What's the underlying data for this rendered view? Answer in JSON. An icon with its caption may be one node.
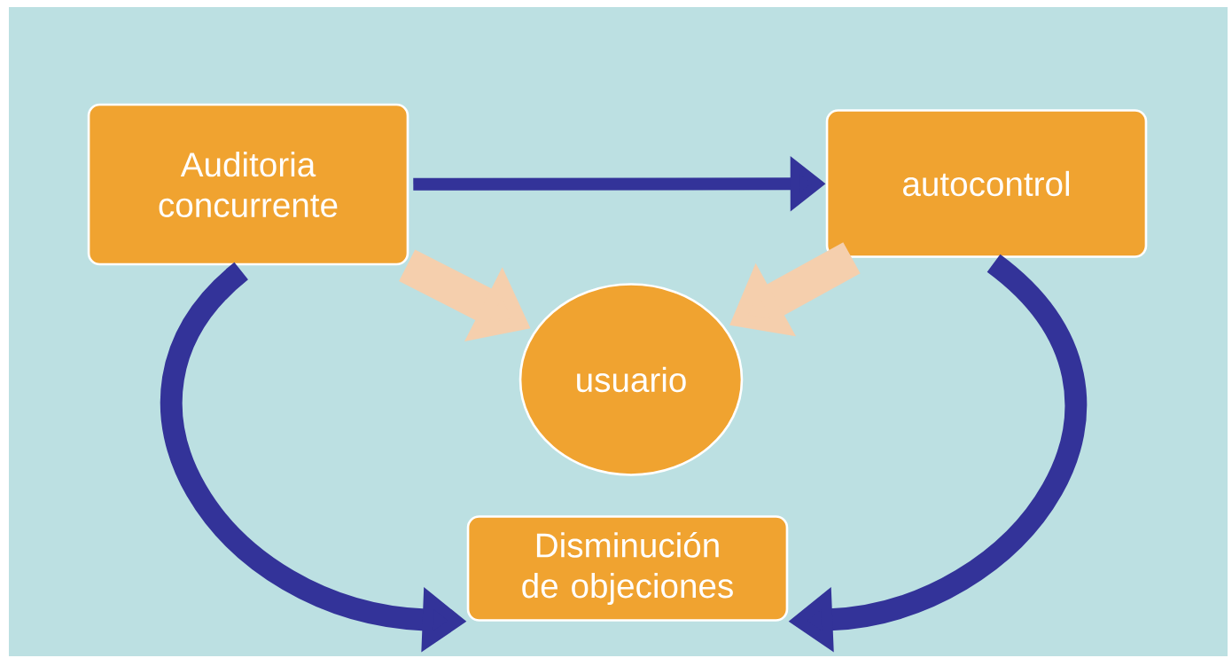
{
  "diagram": {
    "nodes": [
      {
        "text": [
          "Auditoria concurrente"
        ]
      },
      {
        "text": [
          "autocontrol"
        ]
      },
      {
        "text": [
          "usuario"
        ]
      },
      {
        "text": [
          "Disminución de objeciones"
        ]
      }
    ],
    "edges": [
      {
        "from": 0,
        "to": 1,
        "arrow": "to"
      },
      {
        "from": 0,
        "to": 2,
        "arrow": "to",
        "color": "#f5cfad"
      },
      {
        "from": 1,
        "to": 2,
        "arrow": "to",
        "color": "#f5cfad"
      },
      {
        "from": 0,
        "to": 3,
        "arrow": "to"
      },
      {
        "from": 1,
        "to": 3,
        "arrow": "to"
      }
    ]
  }
}
